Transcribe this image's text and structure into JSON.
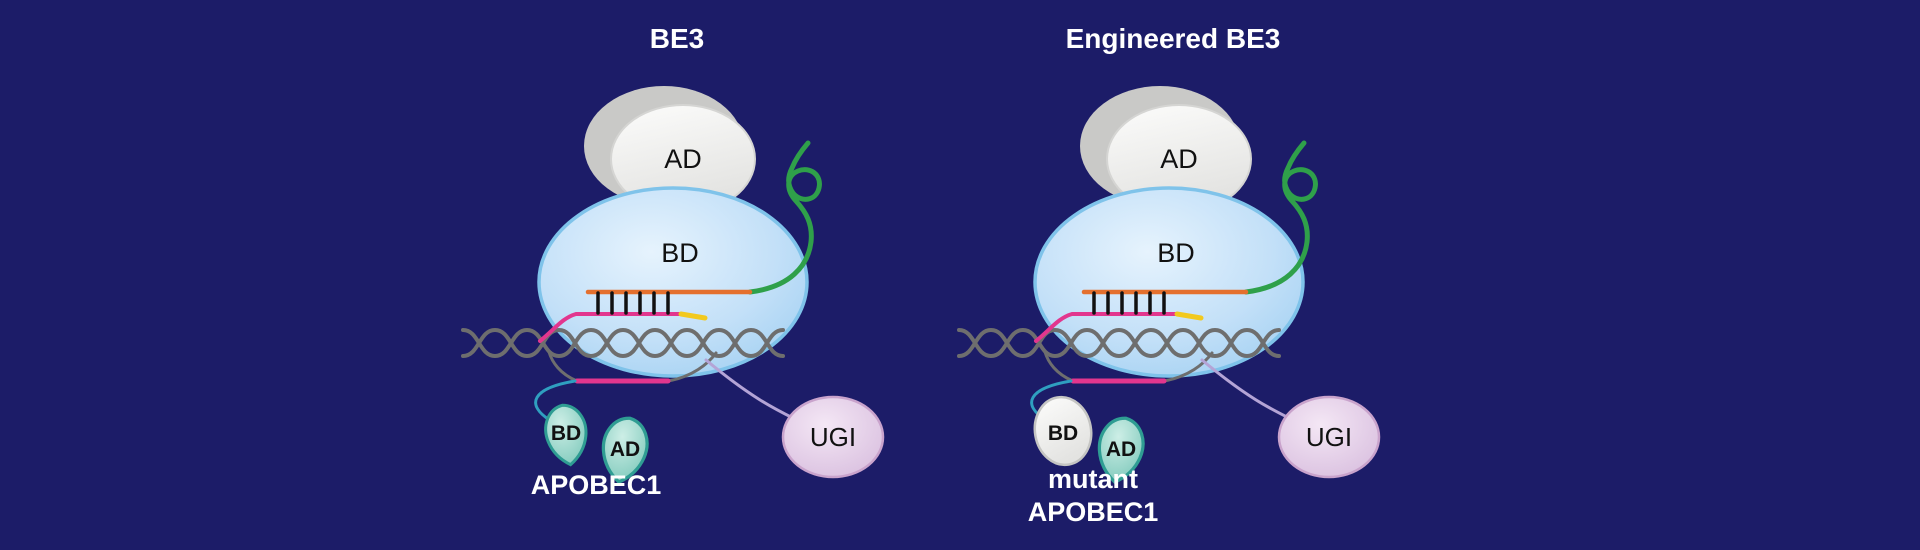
{
  "figure": {
    "background_color": "#1c1c68"
  },
  "colors": {
    "cas9_body": "#bcdcf6",
    "cas9_stroke": "#7fc3ea",
    "ad_domain_fill": "#f2f2f0",
    "ad_domain_stroke": "#c9c9c7",
    "sgRNA_scaffold": "#2fa04a",
    "guide_rna": "#e4702e",
    "pam": "#f2c91e",
    "target_strand": "#e2368e",
    "dna_helix": "#6e6e6e",
    "base_pair_ticks": "#111111",
    "apobec_fill": "#8ed0c4",
    "apobec_stroke": "#2f9d93",
    "mutant_bd_fill": "#efefed",
    "ugi_fill": "#e6d2e8",
    "ugi_stroke": "#c9a3cc",
    "apobec_linker": "#2f9fc0",
    "ugi_linker": "#b4a4d6"
  },
  "panels": [
    {
      "title": "BE3",
      "ad_label": "AD",
      "bd_label": "BD",
      "apobec_bd_label": "BD",
      "apobec_ad_label": "AD",
      "apobec_name_line1": "APOBEC1",
      "ugi_label": "UGI"
    },
    {
      "title": "Engineered BE3",
      "ad_label": "AD",
      "bd_label": "BD",
      "apobec_bd_label": "BD",
      "apobec_ad_label": "AD",
      "apobec_name_line1": "mutant",
      "apobec_name_line2": "APOBEC1",
      "ugi_label": "UGI"
    }
  ]
}
